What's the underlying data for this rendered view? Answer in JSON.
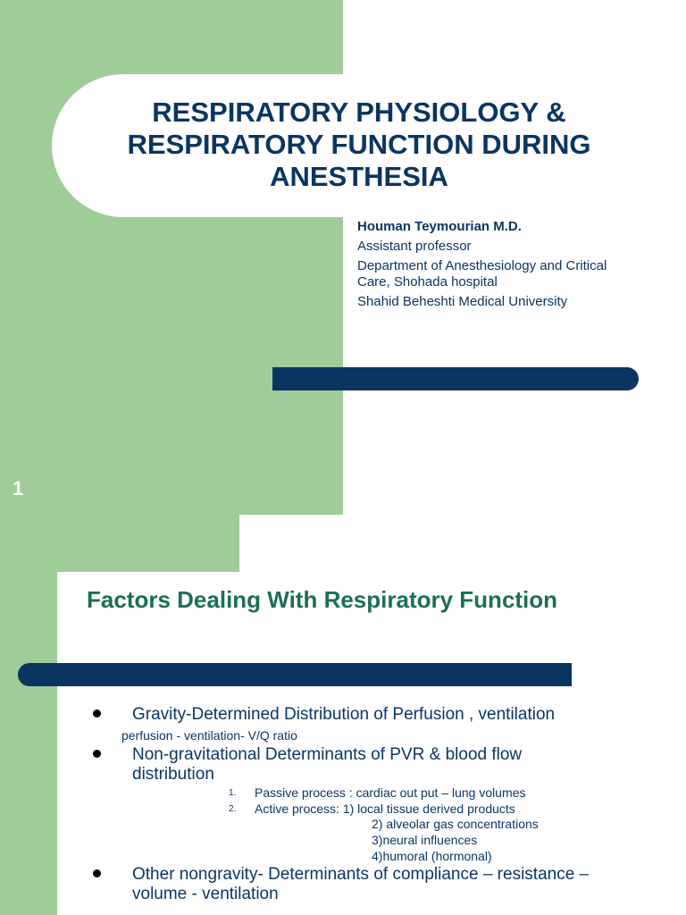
{
  "slide1": {
    "title_lines": [
      "RESPIRATORY PHYSIOLOGY &",
      "RESPIRATORY FUNCTION DURING",
      "ANESTHESIA"
    ],
    "author": "Houman Teymourian M.D.",
    "role": "Assistant professor",
    "department_line1": "Department of Anesthesiology and Critical",
    "department_line2": "Care, Shohada hospital",
    "university": "Shahid Beheshti Medical University",
    "slide_number": "1"
  },
  "slide2": {
    "title": "Factors Dealing With Respiratory Function",
    "bullet1": "Gravity-Determined Distribution of Perfusion , ventilation",
    "bullet1_sub": "perfusion - ventilation- V/Q ratio",
    "bullet2_line1": "Non-gravitational   Determinants of PVR & blood flow",
    "bullet2_line2": "distribution",
    "list": [
      {
        "num": "1.",
        "text": "Passive process :   cardiac out put – lung volumes"
      },
      {
        "num": "2.",
        "text": "Active process: 1) local tissue derived products"
      }
    ],
    "list_cont": [
      "2) alveolar gas concentrations",
      "3)neural influences",
      "4)humoral (hormonal)"
    ],
    "bullet3_line1": "Other nongravity- Determinants of compliance – resistance –",
    "bullet3_line2": "volume - ventilation"
  }
}
